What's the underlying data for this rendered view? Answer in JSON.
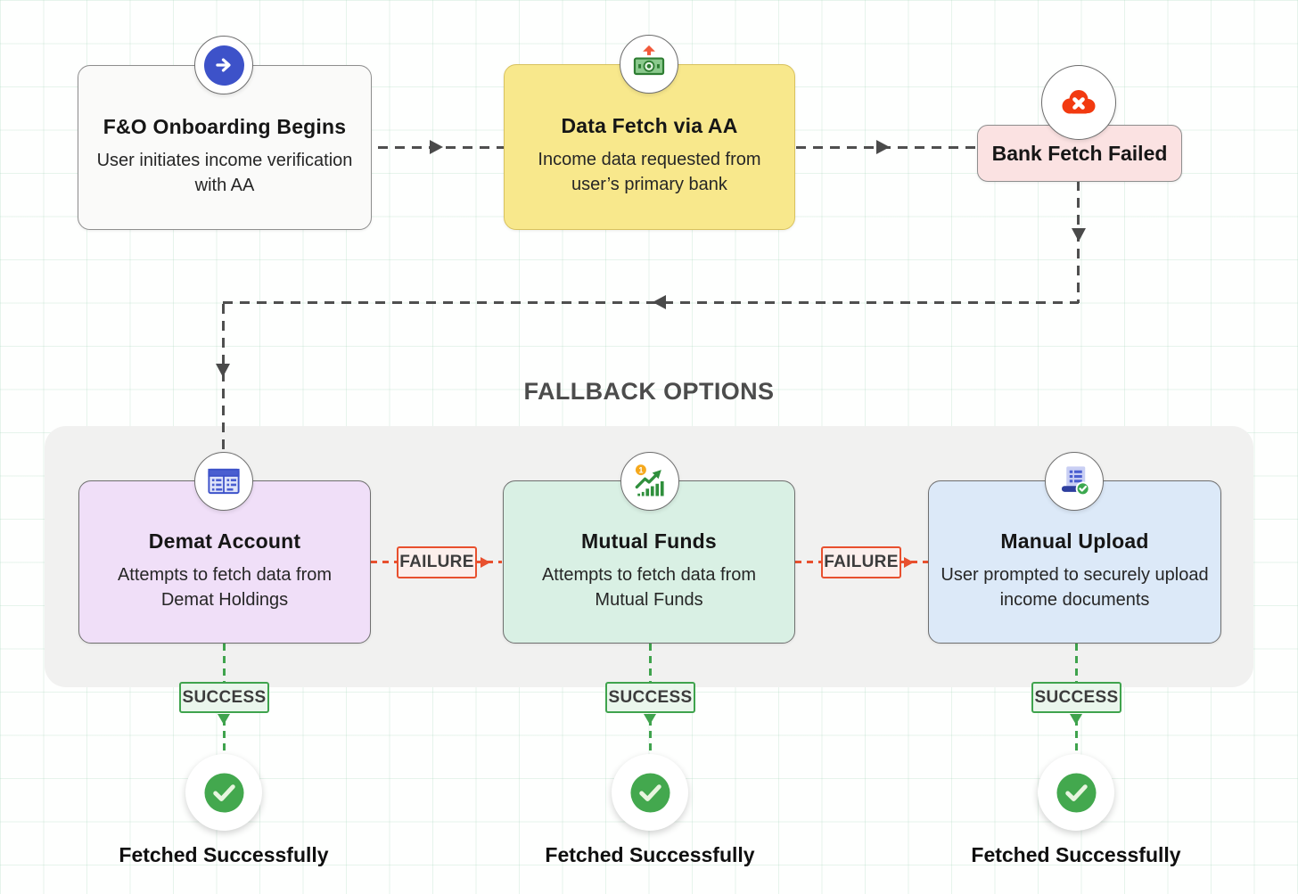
{
  "nodes": {
    "start": {
      "title": "F&O Onboarding Begins",
      "subtitle": "User initiates income verification with AA"
    },
    "aa": {
      "title": "Data Fetch via AA",
      "subtitle": "Income data requested from user’s primary bank"
    },
    "bank_failed": {
      "title": "Bank Fetch Failed"
    }
  },
  "fallback": {
    "heading": "FALLBACK OPTIONS",
    "options": [
      {
        "title": "Demat Account",
        "subtitle": "Attempts to fetch data from Demat Holdings"
      },
      {
        "title": "Mutual Funds",
        "subtitle": "Attempts to fetch data from Mutual Funds"
      },
      {
        "title": "Manual Upload",
        "subtitle": "User prompted to securely upload income documents"
      }
    ]
  },
  "connectors": {
    "failure_label": "FAILURE",
    "success_label": "SUCCESS"
  },
  "results": {
    "fetched_label": "Fetched Successfully"
  },
  "icons": {
    "start": "arrow-right-circle-icon",
    "aa": "money-transfer-up-icon",
    "bank_failed": "cloud-error-icon",
    "demat": "table-icon",
    "mutual_funds": "growth-chart-icon",
    "manual_upload": "document-check-icon",
    "result": "check-circle-icon"
  },
  "colors": {
    "start_node": "#FAFAF9",
    "aa_node": "#F8E88C",
    "failed_node": "#FBE2E2",
    "demat_node": "#F0DFF8",
    "mutual_node": "#D9F0E4",
    "manual_node": "#DCE9F8",
    "failure_accent": "#E8502E",
    "success_accent": "#3FA34D",
    "connector_gray": "#4A4A4A",
    "brand_blue": "#3D52C9"
  }
}
